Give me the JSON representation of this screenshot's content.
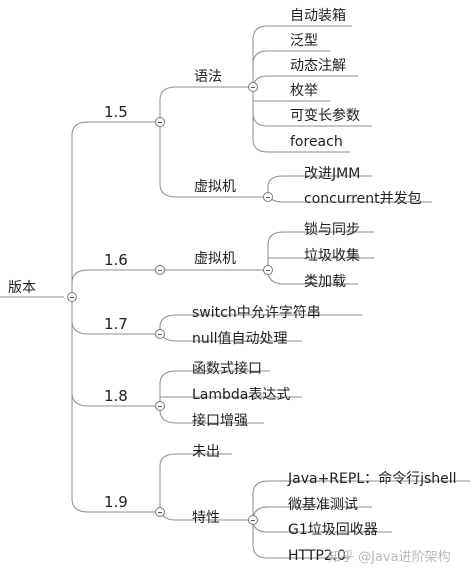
{
  "root": {
    "label": "版本"
  },
  "versions": [
    {
      "label": "1.5",
      "groups": [
        {
          "label": "语法",
          "items": [
            "自动装箱",
            "泛型",
            "动态注解",
            "枚举",
            "可变长参数",
            "foreach"
          ]
        },
        {
          "label": "虚拟机",
          "items": [
            "改进JMM",
            "concurrent并发包"
          ]
        }
      ]
    },
    {
      "label": "1.6",
      "groups": [
        {
          "label": "虚拟机",
          "items": [
            "锁与同步",
            "垃圾收集",
            "类加载"
          ]
        }
      ]
    },
    {
      "label": "1.7",
      "items": [
        "switch中允许字符串",
        "null值自动处理"
      ]
    },
    {
      "label": "1.8",
      "items": [
        "函数式接口",
        "Lambda表达式",
        "接口增强"
      ]
    },
    {
      "label": "1.9",
      "groups": [
        {
          "label": "未出",
          "items": []
        },
        {
          "label": "特性",
          "items": [
            "Java+REPL：命令行jshell",
            "微基准测试",
            "G1垃圾回收器",
            "HTTP2.0"
          ]
        }
      ]
    }
  ],
  "watermark": "知乎 @Java进阶架构",
  "colors": {
    "line": "#8c8c8c",
    "text": "#1f1f1f",
    "watermark": "#b9b9b9"
  }
}
